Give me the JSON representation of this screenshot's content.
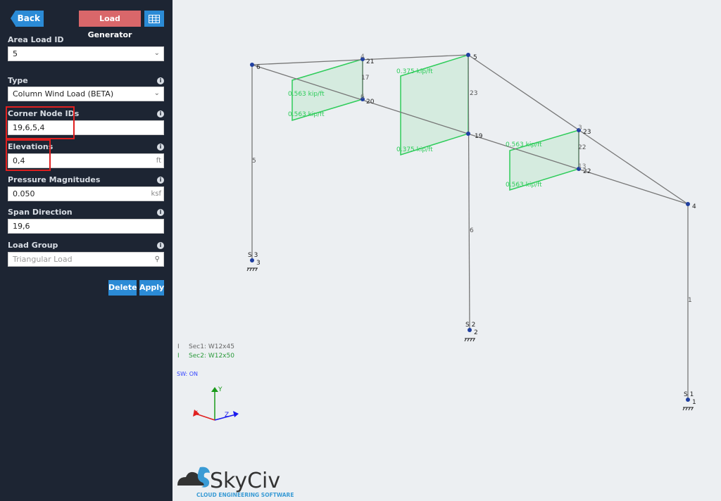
{
  "sidebar": {
    "back_label": "Back",
    "load_generator_label": "Load Generator",
    "area_load_id": {
      "label": "Area Load ID",
      "value": "5"
    },
    "type": {
      "label": "Type",
      "value": "Column Wind Load (BETA)"
    },
    "corner_nodes": {
      "label": "Corner Node IDs",
      "value": "19,6,5,4"
    },
    "elevations": {
      "label": "Elevations",
      "value": "0,4",
      "unit": "ft"
    },
    "pressure": {
      "label": "Pressure Magnitudes",
      "value": "0.050",
      "unit": "ksf"
    },
    "span": {
      "label": "Span Direction",
      "value": "19,6"
    },
    "load_group": {
      "label": "Load Group",
      "placeholder": "Triangular Load"
    },
    "delete_label": "Delete",
    "apply_label": "Apply"
  },
  "viewport": {
    "nodes": {
      "n6": "6",
      "n21": "21",
      "n4top": "4",
      "n5": "5",
      "n20": "20",
      "n6b": "6",
      "n19": "19",
      "n23": "23",
      "n3top": "3",
      "n22": "22",
      "n13": "13",
      "n4": "4",
      "n3": "3",
      "n2": "2",
      "n1": "1"
    },
    "members": {
      "m5": "5",
      "m17": "17",
      "m23": "23",
      "m22": "22",
      "m6": "6",
      "m1": "1"
    },
    "supports": {
      "s3": "S 3",
      "s2": "S 2",
      "s1": "S 1"
    },
    "loads": {
      "a1": "0.563 kip/ft",
      "a2": "0.563 kip/ft",
      "b1": "0.375 kip/ft",
      "b2": "0.375 kip/ft",
      "c1": "0.563 kip/ft",
      "c2": "0.563 kip/ft"
    },
    "legend": {
      "sec1": "Sec1: W12x45",
      "sec2": "Sec2: W12x50",
      "sw": "SW: ON"
    },
    "axes": {
      "x": "X",
      "y": "Y",
      "z": "Z"
    },
    "logo": {
      "name": "SkyCiv",
      "tagline": "CLOUD ENGINEERING SOFTWARE"
    },
    "colors": {
      "load": "#2ecc5a",
      "node": "#1f3fa0",
      "member": "#777777"
    }
  }
}
